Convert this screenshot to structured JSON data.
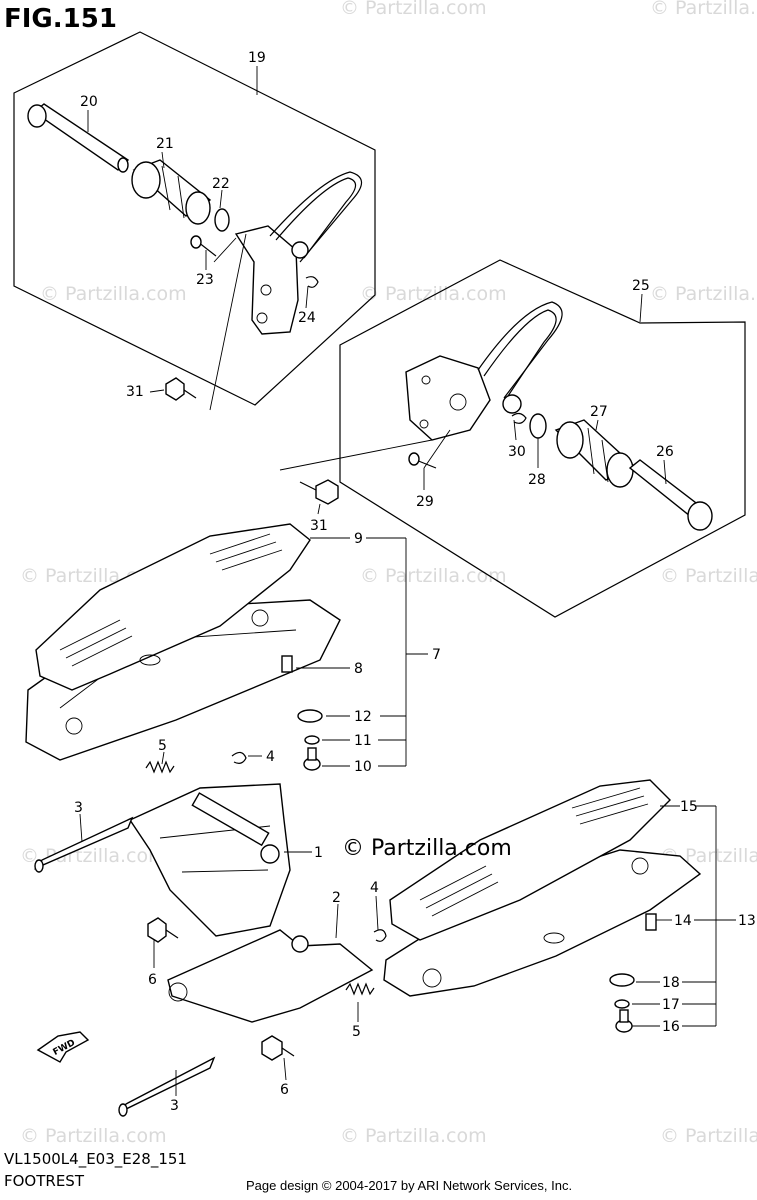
{
  "figure": {
    "title": "FIG.151",
    "section_name": "FOOTREST",
    "model_code": "VL1500L4_E03_E28_151",
    "credit": "Page design © 2004-2017 by ARI Network Services, Inc.",
    "brand_watermark": "© Partzilla.com",
    "repeated_watermark": "© Partzilla.com",
    "fwd_label": "FWD"
  },
  "callouts": [
    {
      "id": "c19",
      "label": "19"
    },
    {
      "id": "c20",
      "label": "20"
    },
    {
      "id": "c21",
      "label": "21"
    },
    {
      "id": "c22",
      "label": "22"
    },
    {
      "id": "c23",
      "label": "23"
    },
    {
      "id": "c24",
      "label": "24"
    },
    {
      "id": "c31a",
      "label": "31"
    },
    {
      "id": "c25",
      "label": "25"
    },
    {
      "id": "c27",
      "label": "27"
    },
    {
      "id": "c26",
      "label": "26"
    },
    {
      "id": "c30",
      "label": "30"
    },
    {
      "id": "c28",
      "label": "28"
    },
    {
      "id": "c29",
      "label": "29"
    },
    {
      "id": "c31b",
      "label": "31"
    },
    {
      "id": "c9",
      "label": "9"
    },
    {
      "id": "c7",
      "label": "7"
    },
    {
      "id": "c8",
      "label": "8"
    },
    {
      "id": "c12",
      "label": "12"
    },
    {
      "id": "c11",
      "label": "11"
    },
    {
      "id": "c10",
      "label": "10"
    },
    {
      "id": "c5a",
      "label": "5"
    },
    {
      "id": "c4a",
      "label": "4"
    },
    {
      "id": "c3a",
      "label": "3"
    },
    {
      "id": "c1",
      "label": "1"
    },
    {
      "id": "c2",
      "label": "2"
    },
    {
      "id": "c4b",
      "label": "4"
    },
    {
      "id": "c6a",
      "label": "6"
    },
    {
      "id": "c5b",
      "label": "5"
    },
    {
      "id": "c6b",
      "label": "6"
    },
    {
      "id": "c3b",
      "label": "3"
    },
    {
      "id": "c15",
      "label": "15"
    },
    {
      "id": "c14",
      "label": "14"
    },
    {
      "id": "c13",
      "label": "13"
    },
    {
      "id": "c18",
      "label": "18"
    },
    {
      "id": "c17",
      "label": "17"
    },
    {
      "id": "c16",
      "label": "16"
    }
  ]
}
